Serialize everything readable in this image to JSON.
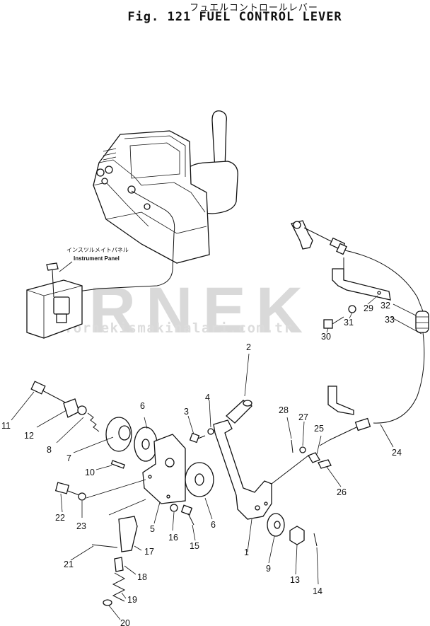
{
  "figure": {
    "title_jp": "フュエルコントロールレバー",
    "title_en": "Fig. 121  FUEL CONTROL LEVER"
  },
  "labels": {
    "panel_jp": "インスツルメイトパネル",
    "panel_en": "Instrument Panel"
  },
  "watermark": {
    "brand": "ORNEK",
    "site": "www.ornekismakinalari.com.tr"
  },
  "callouts": [
    "1",
    "2",
    "3",
    "4",
    "5",
    "6",
    "6",
    "7",
    "8",
    "9",
    "10",
    "11",
    "12",
    "13",
    "14",
    "15",
    "16",
    "17",
    "18",
    "19",
    "20",
    "21",
    "22",
    "23",
    "24",
    "25",
    "26",
    "27",
    "28",
    "29",
    "30",
    "31",
    "32",
    "33"
  ]
}
